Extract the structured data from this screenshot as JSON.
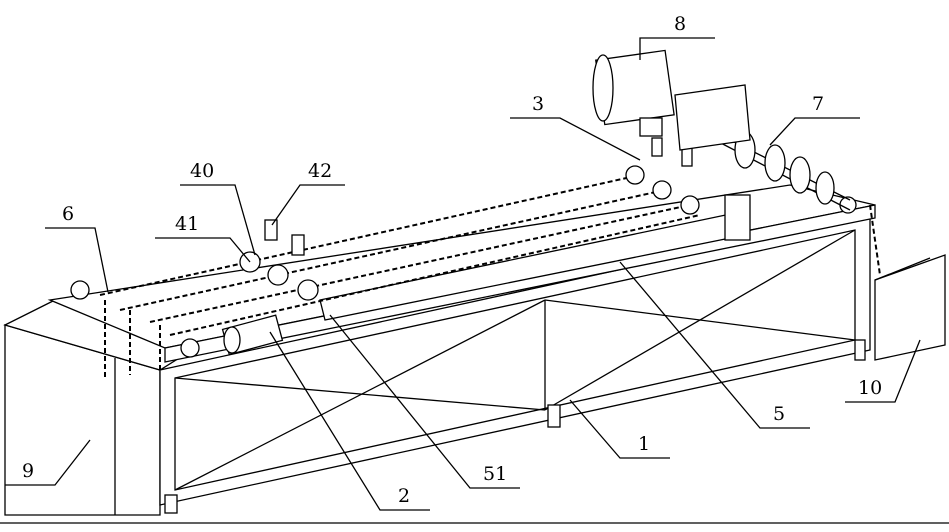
{
  "figure": {
    "labels": {
      "motor": "8",
      "part_3": "3",
      "part_7": "7",
      "part_40": "40",
      "part_42": "42",
      "part_6": "6",
      "part_41": "41",
      "part_5": "5",
      "tank_right": "10",
      "frame": "1",
      "part_51": "51",
      "part_2": "2",
      "tank_left": "9"
    }
  }
}
